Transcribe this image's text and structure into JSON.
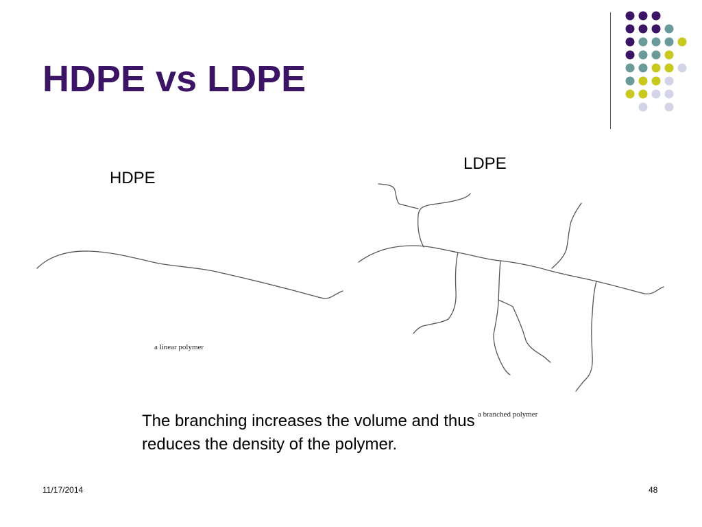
{
  "slide": {
    "title": "HDPE vs LDPE",
    "hdpe_label": "HDPE",
    "ldpe_label": "LDPE",
    "linear_caption": "a linear polymer",
    "branched_caption": "a branched polymer",
    "body_lines": [
      "The branching increases the volume and thus",
      "reduces the density of the polymer."
    ],
    "footer_date": "11/17/2014",
    "page_number": "48"
  },
  "colors": {
    "title": "#3b1465",
    "dot_purple": "#3b1465",
    "dot_teal": "#6b9a9a",
    "dot_yellow": "#c8c81e",
    "dot_lavender": "#d4d4e8"
  }
}
